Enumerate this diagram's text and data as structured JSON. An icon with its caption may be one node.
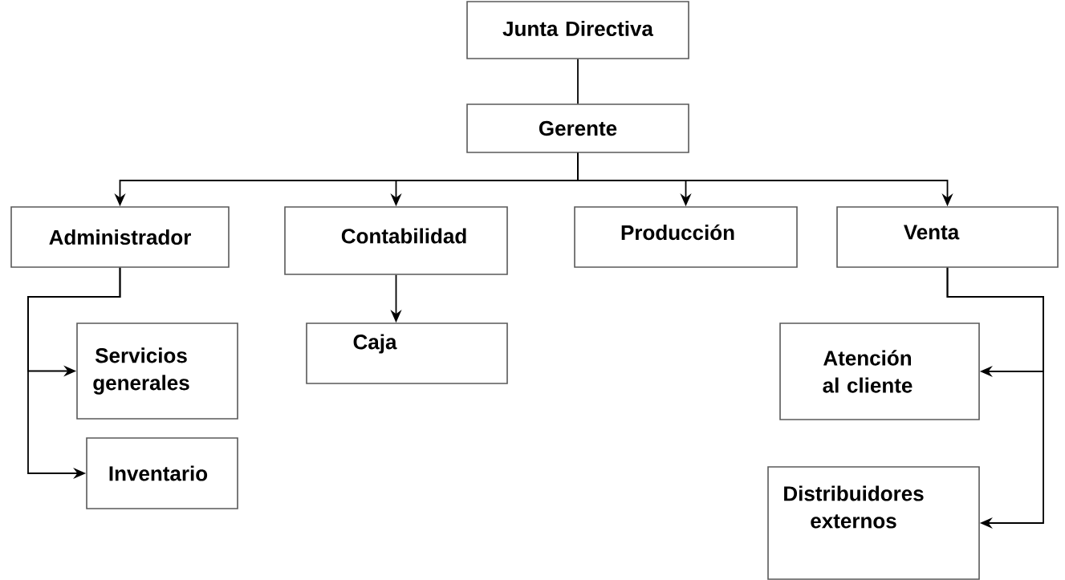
{
  "diagram": {
    "nodes": [
      {
        "text": [
          "Junta Directiva"
        ]
      },
      {
        "text": [
          "Gerente"
        ]
      },
      {
        "text": [
          "Administrador"
        ]
      },
      {
        "text": [
          "Contabilidad"
        ]
      },
      {
        "text": [
          "Producción"
        ]
      },
      {
        "text": [
          "Venta"
        ]
      },
      {
        "text": [
          "Servicios generales"
        ]
      },
      {
        "text": [
          "Inventario"
        ]
      },
      {
        "text": [
          "Caja"
        ]
      },
      {
        "text": [
          "Atención al cliente"
        ]
      },
      {
        "text": [
          "Distribuidores externos"
        ]
      }
    ],
    "edges": [
      {
        "from": 0,
        "to": 1,
        "arrow": "none"
      },
      {
        "from": 1,
        "to": 2,
        "arrow": "to"
      },
      {
        "from": 1,
        "to": 3,
        "arrow": "to"
      },
      {
        "from": 1,
        "to": 4,
        "arrow": "to"
      },
      {
        "from": 1,
        "to": 5,
        "arrow": "to"
      },
      {
        "from": 2,
        "to": 6,
        "arrow": "to"
      },
      {
        "from": 2,
        "to": 7,
        "arrow": "to"
      },
      {
        "from": 3,
        "to": 8,
        "arrow": "to"
      },
      {
        "from": 5,
        "to": 9,
        "arrow": "to"
      },
      {
        "from": 5,
        "to": 10,
        "arrow": "to"
      }
    ]
  }
}
